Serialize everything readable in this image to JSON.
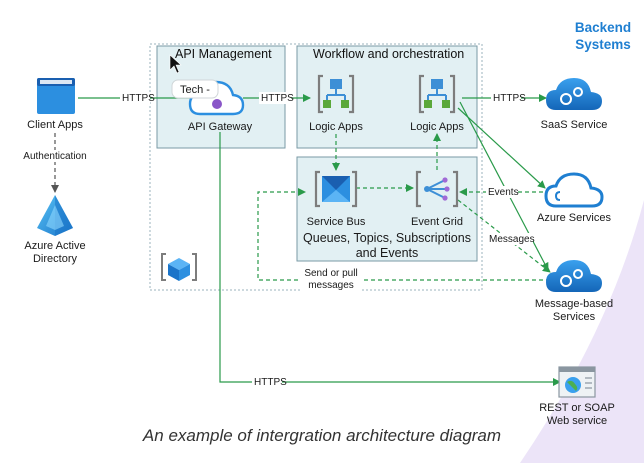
{
  "diagram": {
    "caption": "An example of intergration architecture diagram",
    "backend_heading_line1": "Backend",
    "backend_heading_line2": "Systems",
    "colors": {
      "panel_fill": "#e2f0f3",
      "panel_stroke": "#7a9aa6",
      "edge_green": "#2a9a4a",
      "edge_dark": "#555555",
      "azure_blue": "#1f7fd1",
      "logic_green": "#5aa83a",
      "purple_accent": "#b89ee0"
    },
    "nodes": {
      "client_apps": {
        "label": "Client Apps",
        "icon": "browser-window-icon"
      },
      "azure_ad": {
        "label_line1": "Azure Active",
        "label_line2": "Directory",
        "icon": "pyramid-icon"
      },
      "api_management": {
        "title": "API Management"
      },
      "api_gateway": {
        "label": "API Gateway",
        "icon": "cloud-gateway-icon"
      },
      "tooltip": {
        "text": "Tech -"
      },
      "workflow": {
        "title": "Workflow and orchestration"
      },
      "logic_apps_1": {
        "label": "Logic Apps",
        "icon": "logic-apps-icon"
      },
      "logic_apps_2": {
        "label": "Logic Apps",
        "icon": "logic-apps-icon"
      },
      "messaging": {
        "line1": "Queues, Topics, Subscriptions",
        "line2": "and Events"
      },
      "service_bus": {
        "label": "Service Bus",
        "icon": "service-bus-icon"
      },
      "event_grid": {
        "label": "Event Grid",
        "icon": "event-grid-icon"
      },
      "saas": {
        "label": "SaaS Service",
        "icon": "cloud-gears-icon"
      },
      "azure_services": {
        "label": "Azure Services",
        "icon": "cloud-icon"
      },
      "message_services": {
        "label_line1": "Message-based",
        "label_line2": "Services",
        "icon": "cloud-gears-icon"
      },
      "rest_soap": {
        "label_line1": "REST or SOAP",
        "label_line2": "Web service",
        "icon": "web-page-globe-icon"
      },
      "resource_group": {
        "icon": "cube-icon"
      }
    },
    "edges": {
      "client_to_gateway": "HTTPS",
      "gateway_to_workflow": "HTTPS",
      "logic_to_saas": "HTTPS",
      "client_to_ad": "Authentication",
      "events_in": "Events",
      "messages_out": "Messages",
      "send_pull_line1": "Send or pull",
      "send_pull_line2": "messages",
      "gateway_to_rest": "HTTPS"
    }
  }
}
